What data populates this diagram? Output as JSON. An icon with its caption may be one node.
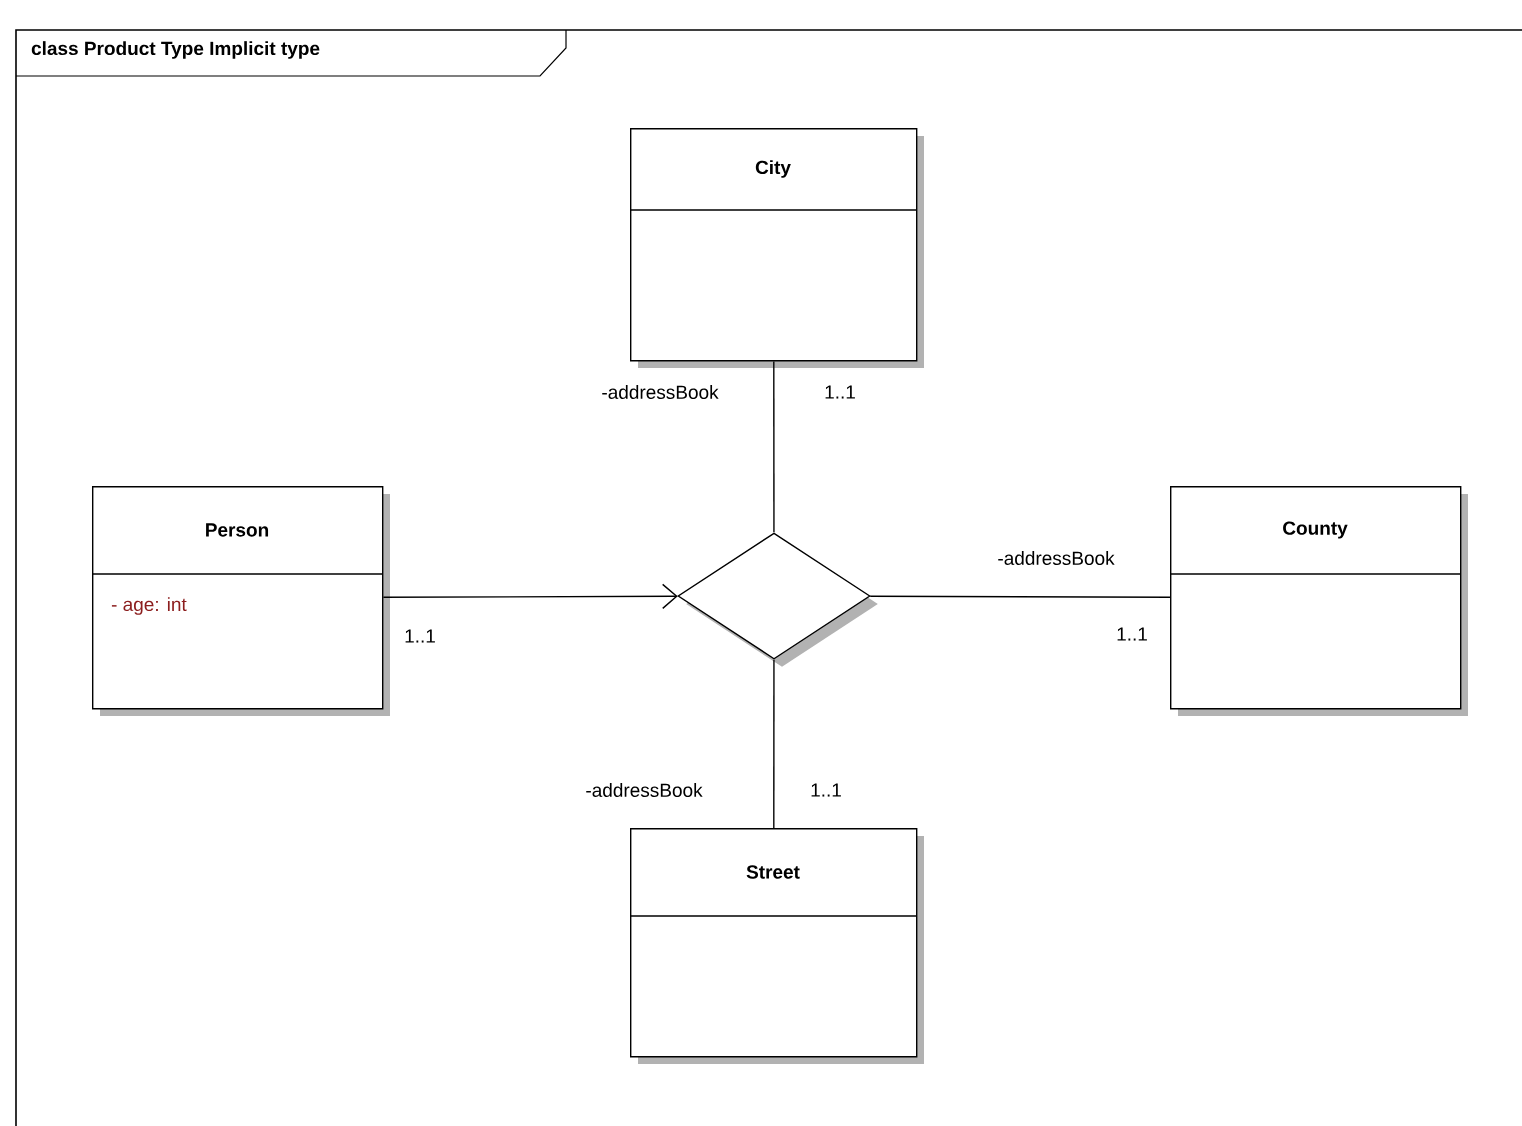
{
  "diagram": {
    "title": "class Product Type Implicit type",
    "nodes": [
      {
        "text": [
          "City"
        ]
      },
      {
        "text": [
          "Person",
          "- age: int"
        ]
      },
      {
        "text": [],
        "shape": "diamond"
      },
      {
        "text": [
          "County"
        ]
      },
      {
        "text": [
          "Street"
        ]
      }
    ],
    "edges": [
      {
        "from": 1,
        "to": 2,
        "arrow": "to",
        "label": "1..1"
      },
      {
        "from": 0,
        "to": 2,
        "arrow": "none",
        "label": "-addressBook"
      },
      {
        "from": 3,
        "to": 2,
        "arrow": "none",
        "label": "-addressBook"
      },
      {
        "from": 4,
        "to": 2,
        "arrow": "none",
        "label": "-addressBook"
      }
    ],
    "labels": [
      "1..1",
      "1..1",
      "1..1"
    ]
  }
}
